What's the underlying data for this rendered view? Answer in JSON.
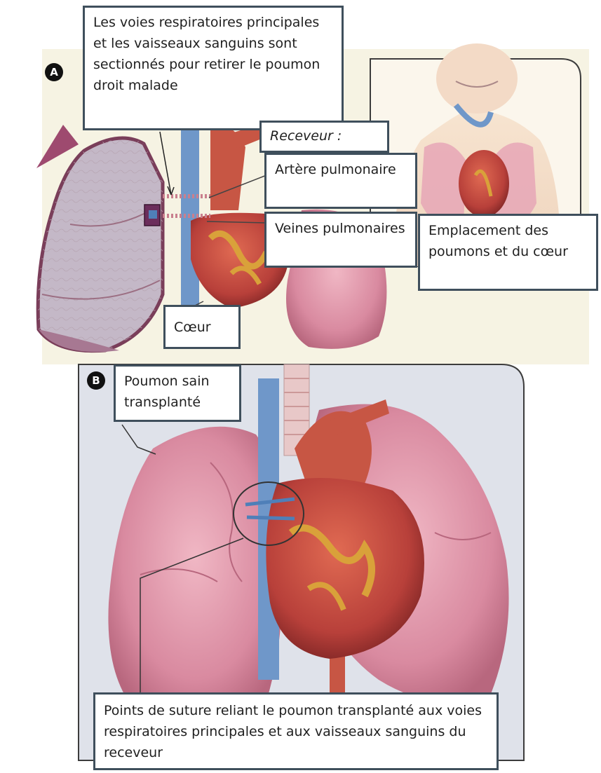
{
  "panels": {
    "a": {
      "badge": "A"
    },
    "b": {
      "badge": "B"
    }
  },
  "labels": {
    "airways_cut": "Les voies respiratoires principales et les vaisseaux sanguins sont sectionnés pour retirer le poumon droit malade",
    "recipient": "Receveur :",
    "pulmonary_artery": "Artère pulmonaire",
    "pulmonary_veins": "Veines pulmonaires",
    "location": "Emplacement des poumons et du cœur",
    "heart": "Cœur",
    "healthy_lung": "Poumon sain transplanté",
    "sutures": "Points de suture reliant le poumon transplanté aux voies respiratoires principales et aux vaisseaux sanguins du receveur"
  },
  "colors": {
    "label_border": "#3f4f5c",
    "lung": "#d98aa0",
    "lung_dark": "#b8677e",
    "heart": "#b8403a",
    "fat": "#d9a13a",
    "vein": "#6f97c9",
    "panel_bg": "#f6f3e3",
    "panel_b_bg": "#dfe2ea"
  }
}
